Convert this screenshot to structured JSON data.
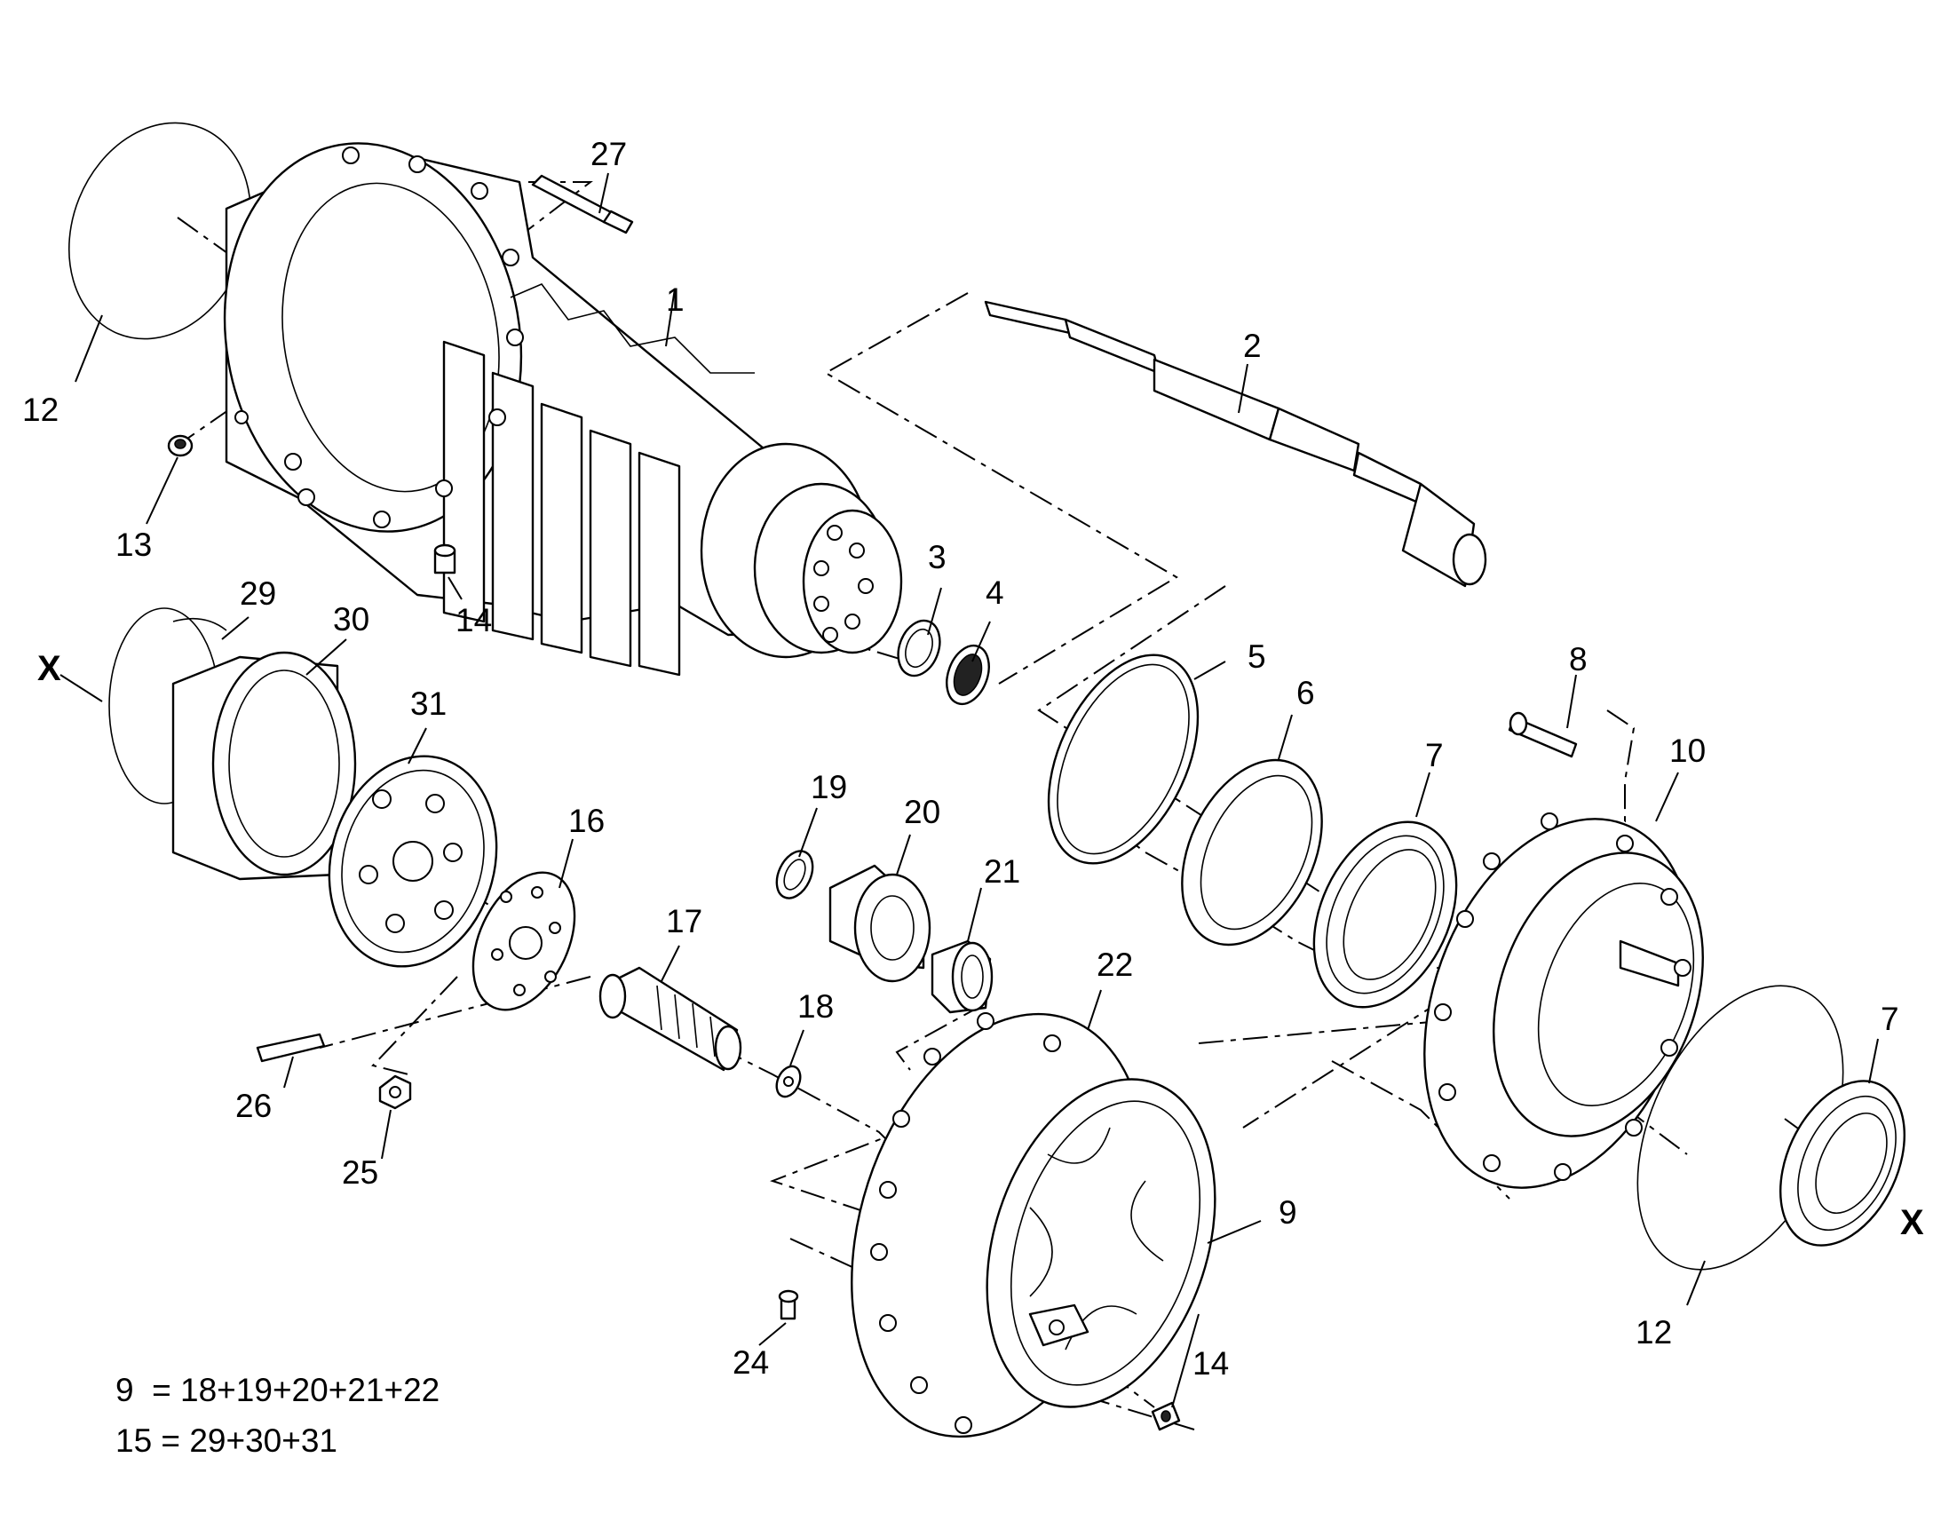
{
  "callouts": {
    "c1": "1",
    "c2": "2",
    "c3": "3",
    "c4": "4",
    "c5": "5",
    "c6": "6",
    "c7a": "7",
    "c7b": "7",
    "c8": "8",
    "c9": "9",
    "c10": "10",
    "c12a": "12",
    "c12b": "12",
    "c13": "13",
    "c14a": "14",
    "c14b": "14",
    "c16": "16",
    "c17": "17",
    "c18": "18",
    "c19": "19",
    "c20": "20",
    "c21": "21",
    "c22": "22",
    "c24": "24",
    "c25": "25",
    "c26": "26",
    "c27": "27",
    "c29": "29",
    "c30": "30",
    "c31": "31"
  },
  "markers": {
    "x_left": "X",
    "x_right": "X"
  },
  "legend": {
    "line1": "9  = 18+19+20+21+22",
    "line2": "15 = 29+30+31"
  }
}
